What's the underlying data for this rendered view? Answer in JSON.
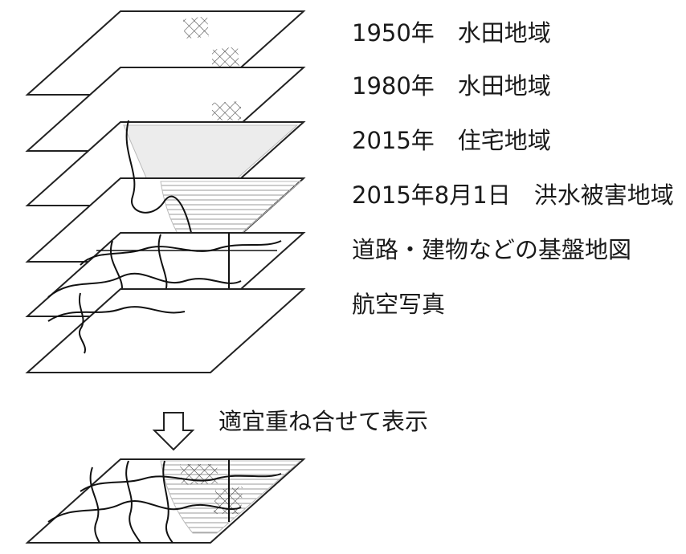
{
  "layers": [
    {
      "id": "paddy-1950",
      "label": "1950年　水田地域"
    },
    {
      "id": "paddy-1980",
      "label": "1980年　水田地域"
    },
    {
      "id": "residential-2015",
      "label": "2015年　住宅地域"
    },
    {
      "id": "flood-2015",
      "label": "2015年8月1日　洪水被害地域"
    },
    {
      "id": "base-map",
      "label": "道路・建物などの基盤地図"
    },
    {
      "id": "aerial-photo",
      "label": "航空写真"
    }
  ],
  "overlay": {
    "label": "適宜重ね合せて表示",
    "icon": "down-arrow-icon"
  }
}
